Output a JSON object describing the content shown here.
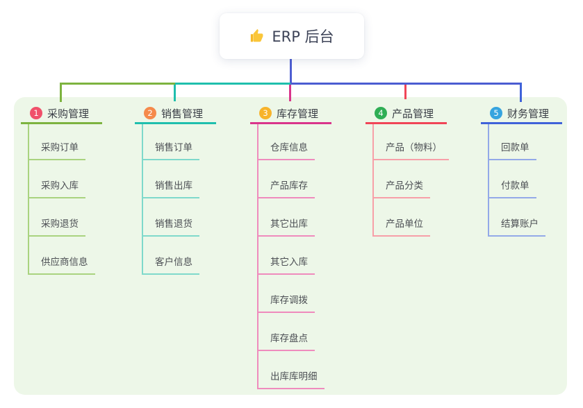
{
  "root": {
    "label": "ERP 后台",
    "icon": "thumbs-up"
  },
  "connector_colors": {
    "root_line": "#4e5ed2",
    "bus_left": "#7db33f",
    "bus_middle": "#1fbfad",
    "bus_right": "#4b5cd1"
  },
  "panel_color": "#edf7e8",
  "branches": [
    {
      "key": "purchase",
      "number": "1",
      "label": "采购管理",
      "line_color": "#7db33f",
      "child_line_color": "#a9d37f",
      "badge_color": "#f0506a",
      "children": [
        "采购订单",
        "采购入库",
        "采购退货",
        "供应商信息"
      ]
    },
    {
      "key": "sales",
      "number": "2",
      "label": "销售管理",
      "line_color": "#1fbfad",
      "child_line_color": "#7fd9cb",
      "badge_color": "#f58a4b",
      "children": [
        "销售订单",
        "销售出库",
        "销售退货",
        "客户信息"
      ]
    },
    {
      "key": "inventory",
      "number": "3",
      "label": "库存管理",
      "line_color": "#d9358b",
      "child_line_color": "#ef8bbd",
      "badge_color": "#f7b32b",
      "children": [
        "仓库信息",
        "产品库存",
        "其它出库",
        "其它入库",
        "库存调拨",
        "库存盘点",
        "出库库明细"
      ]
    },
    {
      "key": "product",
      "number": "4",
      "label": "产品管理",
      "line_color": "#f04557",
      "child_line_color": "#f79fa8",
      "badge_color": "#2fae55",
      "children": [
        "产品（物料）",
        "产品分类",
        "产品单位"
      ]
    },
    {
      "key": "finance",
      "number": "5",
      "label": "财务管理",
      "line_color": "#3f62d9",
      "child_line_color": "#93a9e8",
      "badge_color": "#36a4df",
      "children": [
        "回款单",
        "付款单",
        "结算账户"
      ]
    }
  ]
}
